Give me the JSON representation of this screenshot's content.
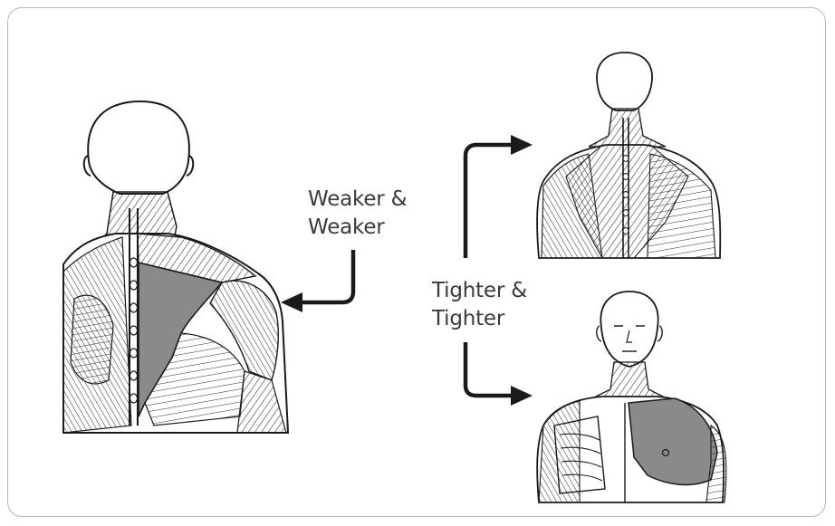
{
  "labels": {
    "weaker": [
      "Weaker &",
      "Weaker"
    ],
    "tighter": [
      "Tighter &",
      "Tighter"
    ]
  },
  "colors": {
    "frame": "#b9b9b9",
    "ink": "#1a1a1a",
    "highlight_muscle": "#8a8a8a",
    "text": "#3a3a3a"
  },
  "figures": [
    {
      "view": "back",
      "role": "weakened muscle highlighted (lower trapezius)"
    },
    {
      "view": "back",
      "role": "tightened muscles (upper trapezius)"
    },
    {
      "view": "front",
      "role": "tightened muscles (pectoralis)"
    }
  ]
}
